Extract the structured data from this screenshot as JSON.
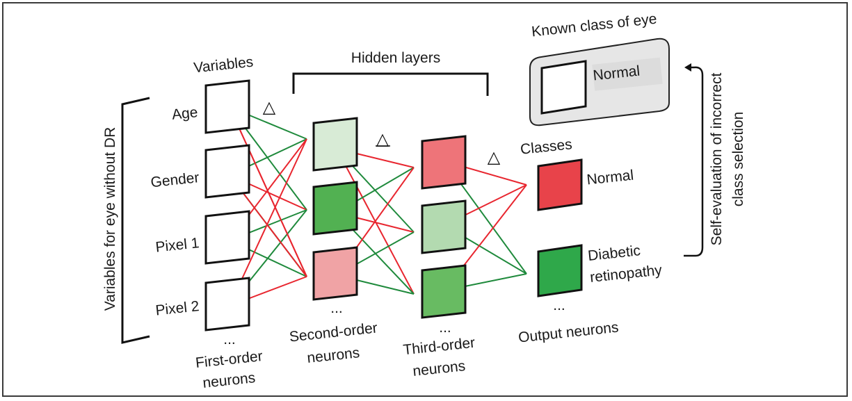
{
  "figure": {
    "variables_heading": "Variables",
    "hidden_layers_label": "Hidden layers",
    "side_bracket_label": "Variables for eye without DR",
    "input_variables": [
      "Age",
      "Gender",
      "Pixel 1",
      "Pixel 2"
    ],
    "input_ellipsis": "...",
    "first_order_label": [
      "First-order",
      "neurons"
    ],
    "second_order_label": [
      "Second-order",
      "neurons"
    ],
    "third_order_label": [
      "Third-order",
      "neurons"
    ],
    "output_label": "Output neurons",
    "second_ellipsis": "...",
    "third_ellipsis": "...",
    "output_ellipsis": "...",
    "delta_symbol": "△",
    "known_class": {
      "heading": "Known class of eye",
      "value": "Normal"
    },
    "classes_heading": "Classes",
    "classes": [
      {
        "label": [
          "Normal"
        ],
        "color": "#e8434a"
      },
      {
        "label": [
          "Diabetic",
          "retinopathy"
        ],
        "color": "#2fa84a"
      }
    ],
    "feedback_label": [
      "Self-evaluation of incorrect",
      "class selection"
    ],
    "second_order_colors": [
      "#d8ebd6",
      "#52b152",
      "#f0a3a5"
    ],
    "third_order_colors": [
      "#ee7479",
      "#b3dab0",
      "#68bb62"
    ],
    "edge_colors": {
      "red": "#e8262f",
      "green": "#1f8a3c"
    }
  }
}
